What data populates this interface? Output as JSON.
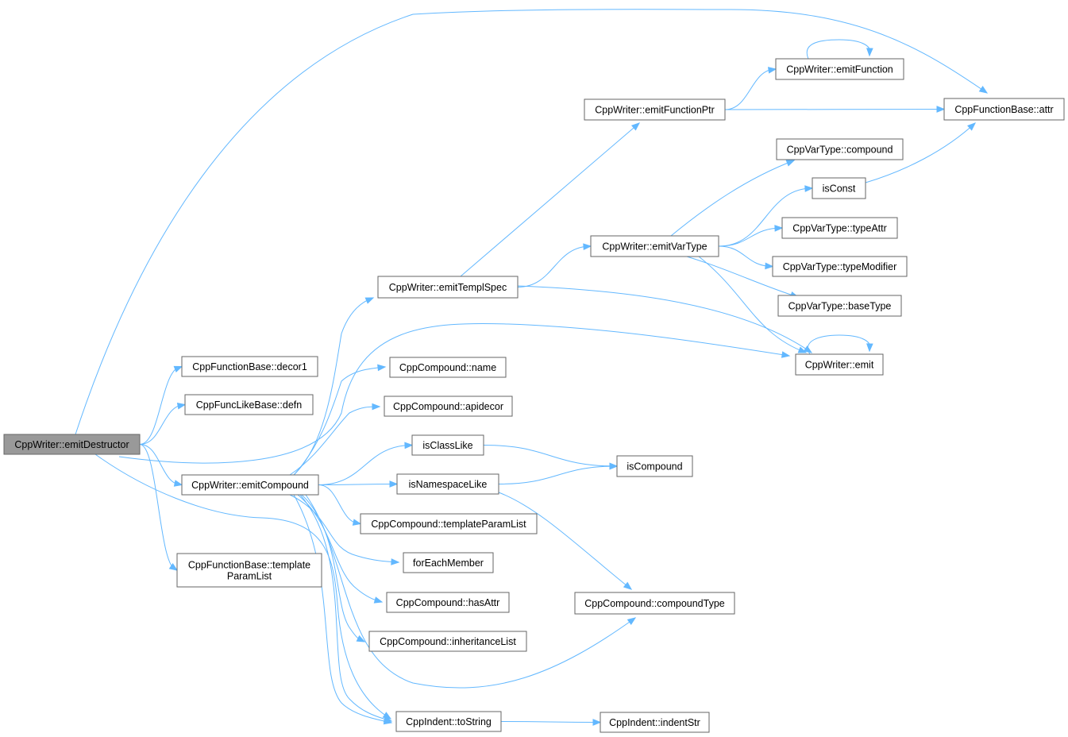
{
  "graph": {
    "type": "call-graph",
    "colors": {
      "edge": "#63b8ff",
      "node_border": "#666666",
      "root_fill": "#999999",
      "node_fill": "#ffffff"
    },
    "nodes": [
      {
        "id": "emitDestructor",
        "lines": [
          "CppWriter::emitDestructor"
        ],
        "root": true
      },
      {
        "id": "decor1",
        "lines": [
          "CppFunctionBase::decor1"
        ]
      },
      {
        "id": "defn",
        "lines": [
          "CppFuncLikeBase::defn"
        ]
      },
      {
        "id": "emitCompound",
        "lines": [
          "CppWriter::emitCompound"
        ]
      },
      {
        "id": "fbTemplateParamList",
        "lines": [
          "CppFunctionBase::template",
          "ParamList"
        ]
      },
      {
        "id": "emitTemplSpec",
        "lines": [
          "CppWriter::emitTemplSpec"
        ]
      },
      {
        "id": "name",
        "lines": [
          "CppCompound::name"
        ]
      },
      {
        "id": "apidecor",
        "lines": [
          "CppCompound::apidecor"
        ]
      },
      {
        "id": "isClassLike",
        "lines": [
          "isClassLike"
        ]
      },
      {
        "id": "isNamespaceLike",
        "lines": [
          "isNamespaceLike"
        ]
      },
      {
        "id": "ccTemplateParamList",
        "lines": [
          "CppCompound::templateParamList"
        ]
      },
      {
        "id": "forEachMember",
        "lines": [
          "forEachMember"
        ]
      },
      {
        "id": "hasAttr",
        "lines": [
          "CppCompound::hasAttr"
        ]
      },
      {
        "id": "inheritanceList",
        "lines": [
          "CppCompound::inheritanceList"
        ]
      },
      {
        "id": "toString",
        "lines": [
          "CppIndent::toString"
        ]
      },
      {
        "id": "emitFunctionPtr",
        "lines": [
          "CppWriter::emitFunctionPtr"
        ]
      },
      {
        "id": "emitVarType",
        "lines": [
          "CppWriter::emitVarType"
        ]
      },
      {
        "id": "isCompound",
        "lines": [
          "isCompound"
        ]
      },
      {
        "id": "compoundType",
        "lines": [
          "CppCompound::compoundType"
        ]
      },
      {
        "id": "indentStr",
        "lines": [
          "CppIndent::indentStr"
        ]
      },
      {
        "id": "emitFunction",
        "lines": [
          "CppWriter::emitFunction"
        ]
      },
      {
        "id": "vtCompound",
        "lines": [
          "CppVarType::compound"
        ]
      },
      {
        "id": "isConst",
        "lines": [
          "isConst"
        ]
      },
      {
        "id": "typeAttr",
        "lines": [
          "CppVarType::typeAttr"
        ]
      },
      {
        "id": "typeModifier",
        "lines": [
          "CppVarType::typeModifier"
        ]
      },
      {
        "id": "baseType",
        "lines": [
          "CppVarType::baseType"
        ]
      },
      {
        "id": "emit",
        "lines": [
          "CppWriter::emit"
        ]
      },
      {
        "id": "attr",
        "lines": [
          "CppFunctionBase::attr"
        ]
      }
    ],
    "edges": [
      {
        "from": "emitDestructor",
        "to": "attr"
      },
      {
        "from": "emitDestructor",
        "to": "decor1"
      },
      {
        "from": "emitDestructor",
        "to": "defn"
      },
      {
        "from": "emitDestructor",
        "to": "emit"
      },
      {
        "from": "emitDestructor",
        "to": "emitCompound"
      },
      {
        "from": "emitDestructor",
        "to": "fbTemplateParamList"
      },
      {
        "from": "emitDestructor",
        "to": "toString"
      },
      {
        "from": "emitCompound",
        "to": "emitTemplSpec"
      },
      {
        "from": "emitCompound",
        "to": "name"
      },
      {
        "from": "emitCompound",
        "to": "apidecor"
      },
      {
        "from": "emitCompound",
        "to": "isClassLike"
      },
      {
        "from": "emitCompound",
        "to": "isNamespaceLike"
      },
      {
        "from": "emitCompound",
        "to": "ccTemplateParamList"
      },
      {
        "from": "emitCompound",
        "to": "forEachMember"
      },
      {
        "from": "emitCompound",
        "to": "hasAttr"
      },
      {
        "from": "emitCompound",
        "to": "inheritanceList"
      },
      {
        "from": "emitCompound",
        "to": "compoundType"
      },
      {
        "from": "emitCompound",
        "to": "toString"
      },
      {
        "from": "emitTemplSpec",
        "to": "emitFunctionPtr"
      },
      {
        "from": "emitTemplSpec",
        "to": "emitVarType"
      },
      {
        "from": "emitTemplSpec",
        "to": "emit"
      },
      {
        "from": "emitFunctionPtr",
        "to": "emitFunction"
      },
      {
        "from": "emitFunctionPtr",
        "to": "attr"
      },
      {
        "from": "emitFunction",
        "to": "emitFunction"
      },
      {
        "from": "emitVarType",
        "to": "vtCompound"
      },
      {
        "from": "emitVarType",
        "to": "isConst"
      },
      {
        "from": "emitVarType",
        "to": "typeAttr"
      },
      {
        "from": "emitVarType",
        "to": "typeModifier"
      },
      {
        "from": "emitVarType",
        "to": "baseType"
      },
      {
        "from": "emitVarType",
        "to": "emit"
      },
      {
        "from": "isConst",
        "to": "attr"
      },
      {
        "from": "emit",
        "to": "emit"
      },
      {
        "from": "isClassLike",
        "to": "isCompound"
      },
      {
        "from": "isNamespaceLike",
        "to": "isCompound"
      },
      {
        "from": "isNamespaceLike",
        "to": "compoundType"
      },
      {
        "from": "toString",
        "to": "indentStr"
      }
    ]
  }
}
